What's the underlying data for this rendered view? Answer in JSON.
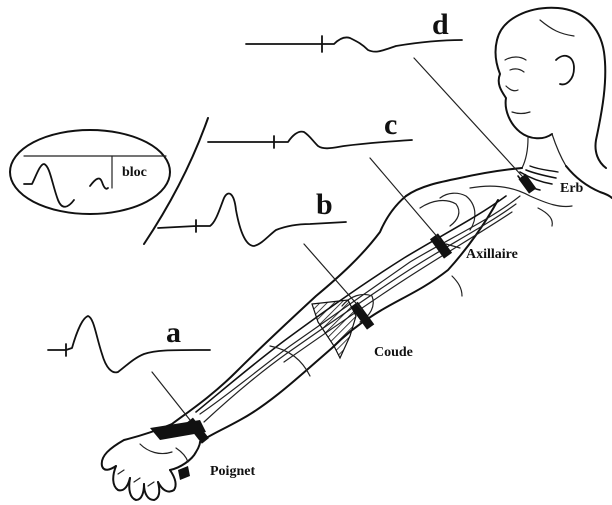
{
  "traces": {
    "a": {
      "letter": "a"
    },
    "b": {
      "letter": "b"
    },
    "c": {
      "letter": "c"
    },
    "d": {
      "letter": "d"
    }
  },
  "sites": {
    "wrist": "Poignet",
    "elbow": "Coude",
    "axilla": "Axillaire",
    "erb": "Erb"
  },
  "inset": {
    "label": "bloc"
  }
}
